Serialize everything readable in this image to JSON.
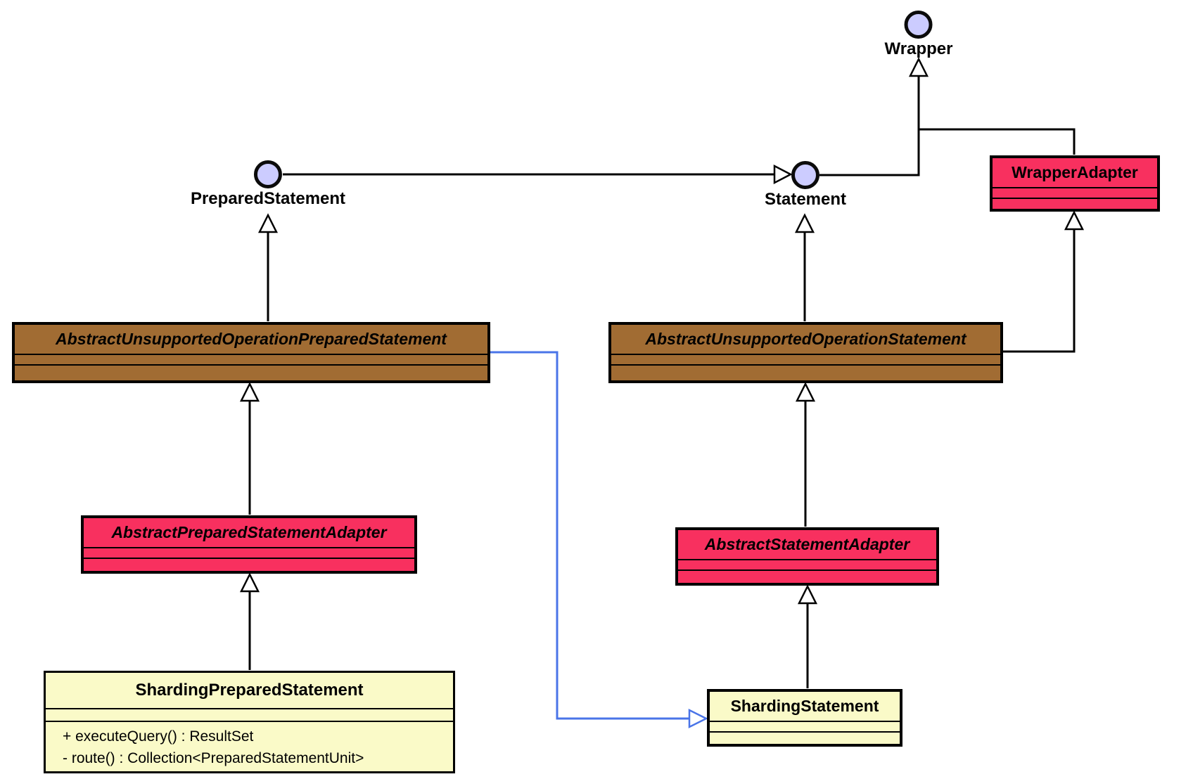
{
  "diagram_type": "uml-class-diagram",
  "nodes": {
    "wrapper": {
      "kind": "interface",
      "label": "Wrapper"
    },
    "preparedStatement": {
      "kind": "interface",
      "label": "PreparedStatement"
    },
    "statement": {
      "kind": "interface",
      "label": "Statement"
    },
    "wrapperAdapter": {
      "kind": "class",
      "label": "WrapperAdapter"
    },
    "absUnsupportedPrepared": {
      "kind": "abstract-class",
      "label": "AbstractUnsupportedOperationPreparedStatement"
    },
    "absUnsupportedStatement": {
      "kind": "abstract-class",
      "label": "AbstractUnsupportedOperationStatement"
    },
    "absPreparedAdapter": {
      "kind": "abstract-class",
      "label": "AbstractPreparedStatementAdapter"
    },
    "absStatementAdapter": {
      "kind": "abstract-class",
      "label": "AbstractStatementAdapter"
    },
    "shardingPrepared": {
      "kind": "class",
      "label": "ShardingPreparedStatement",
      "methods": [
        "+ executeQuery() : ResultSet",
        "- route() : Collection<PreparedStatementUnit>"
      ]
    },
    "shardingStatement": {
      "kind": "class",
      "label": "ShardingStatement"
    }
  },
  "edges": [
    {
      "from": "PreparedStatement",
      "to": "Statement",
      "type": "generalization"
    },
    {
      "from": "Statement",
      "to": "Wrapper",
      "type": "generalization"
    },
    {
      "from": "WrapperAdapter",
      "to": "Wrapper",
      "type": "generalization"
    },
    {
      "from": "AbstractUnsupportedOperationPreparedStatement",
      "to": "PreparedStatement",
      "type": "generalization"
    },
    {
      "from": "AbstractUnsupportedOperationStatement",
      "to": "Statement",
      "type": "generalization"
    },
    {
      "from": "AbstractUnsupportedOperationStatement",
      "to": "WrapperAdapter",
      "type": "generalization"
    },
    {
      "from": "AbstractPreparedStatementAdapter",
      "to": "AbstractUnsupportedOperationPreparedStatement",
      "type": "generalization"
    },
    {
      "from": "AbstractStatementAdapter",
      "to": "AbstractUnsupportedOperationStatement",
      "type": "generalization"
    },
    {
      "from": "ShardingPreparedStatement",
      "to": "AbstractPreparedStatementAdapter",
      "type": "generalization"
    },
    {
      "from": "ShardingStatement",
      "to": "AbstractStatementAdapter",
      "type": "generalization"
    },
    {
      "from": "AbstractUnsupportedOperationPreparedStatement",
      "to": "ShardingStatement",
      "type": "generalization-highlighted"
    }
  ],
  "colors": {
    "abstract_class_fill": "#A16C33",
    "adapter_class_fill": "#F8305F",
    "concrete_class_fill": "#FAFAC8",
    "interface_circle_fill": "#CCCCFF",
    "edge_color": "#000000",
    "highlight_edge_color": "#4A74E8"
  }
}
